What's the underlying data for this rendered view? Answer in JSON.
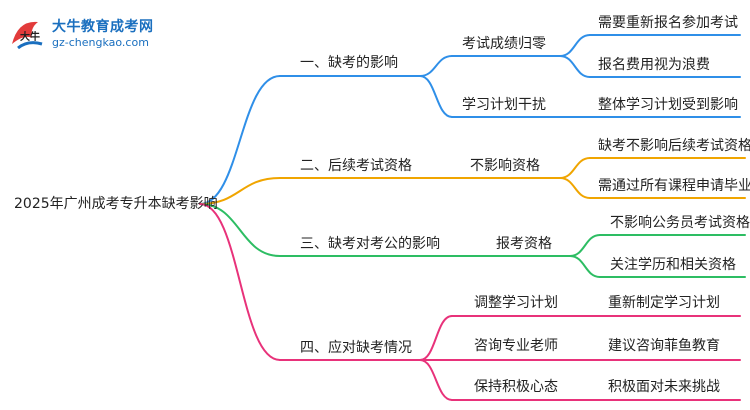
{
  "logo": {
    "title": "大牛教育成考网",
    "url": "gz-chengkao.com",
    "mark_text": "大牛"
  },
  "root": "2025年广州成考专升本缺考影响",
  "colors": {
    "branch1": "#2f8fe8",
    "branch2": "#f0a500",
    "branch3": "#2dbd63",
    "branch4": "#e8327a"
  },
  "branches": [
    {
      "label": "一、缺考的影响",
      "children": [
        {
          "label": "考试成绩归零",
          "leaves": [
            "需要重新报名参加考试",
            "报名费用视为浪费"
          ]
        },
        {
          "label": "学习计划干扰",
          "leaves": [
            "整体学习计划受到影响"
          ]
        }
      ]
    },
    {
      "label": "二、后续考试资格",
      "children": [
        {
          "label": "不影响资格",
          "leaves": [
            "缺考不影响后续考试资格",
            "需通过所有课程申请毕业"
          ]
        }
      ]
    },
    {
      "label": "三、缺考对考公的影响",
      "children": [
        {
          "label": "报考资格",
          "leaves": [
            "不影响公务员考试资格",
            "关注学历和相关资格"
          ]
        }
      ]
    },
    {
      "label": "四、应对缺考情况",
      "children": [
        {
          "label": "调整学习计划",
          "leaves": [
            "重新制定学习计划"
          ]
        },
        {
          "label": "咨询专业老师",
          "leaves": [
            "建议咨询菲鱼教育"
          ]
        },
        {
          "label": "保持积极心态",
          "leaves": [
            "积极面对未来挑战"
          ]
        }
      ]
    }
  ]
}
